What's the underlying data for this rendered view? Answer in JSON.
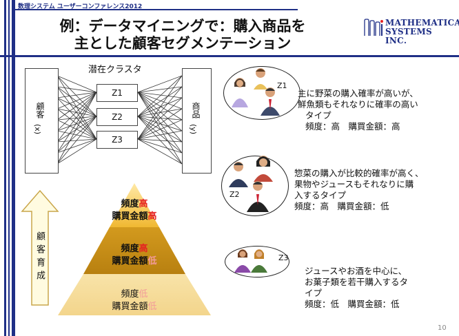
{
  "header": {
    "conference": "数理システム ユーザーコンファレンス2012",
    "title_line1": "例：データマイニングで：購入商品を",
    "title_line2": "主とした顧客セグメンテーション",
    "logo_line1": "MATHEMATICAL",
    "logo_line2": "SYSTEMS INC."
  },
  "diagram": {
    "latent_label": "潜在クラスタ",
    "customer_label": "顧客",
    "customer_var": "(x)",
    "product_label": "商品",
    "product_var": "(y)",
    "clusters": [
      "Z1",
      "Z2",
      "Z3"
    ]
  },
  "segments": [
    {
      "id": "Z1",
      "desc": [
        "主に野菜の購入確率が高いが、",
        "鮮魚類もそれなりに確率の高い",
        "タイプ",
        "頻度：高　購買金額：高"
      ]
    },
    {
      "id": "Z2",
      "desc": [
        "惣菜の購入が比較的確率が高く、",
        "果物やジュースもそれなりに購",
        "入するタイプ",
        "頻度：高　購買金額：低"
      ]
    },
    {
      "id": "Z3",
      "desc": [
        "ジュースやお酒を中心に、",
        "お菓子類を若干購入するタ",
        "イプ",
        "頻度：低　購買金額：低"
      ]
    }
  ],
  "growth_arrow": {
    "label": "顧客育成"
  },
  "pyramid": {
    "top": {
      "freq_label": "頻度",
      "freq_value": "高",
      "amount_label": "購買金額",
      "amount_value": "高"
    },
    "middle": {
      "freq_label": "頻度",
      "freq_value": "高",
      "amount_label": "購買金額",
      "amount_value": "低"
    },
    "bottom": {
      "freq_label": "頻度",
      "freq_value": "低",
      "amount_label": "購買金額",
      "amount_value": "低"
    }
  },
  "colors": {
    "brand": "#1f2f86",
    "gold_light": "#f7e08a",
    "gold_mid": "#e3b53a",
    "gold_dark": "#b8861a",
    "red": "#e52222",
    "pink": "#f29a9a"
  },
  "page_number": "10"
}
